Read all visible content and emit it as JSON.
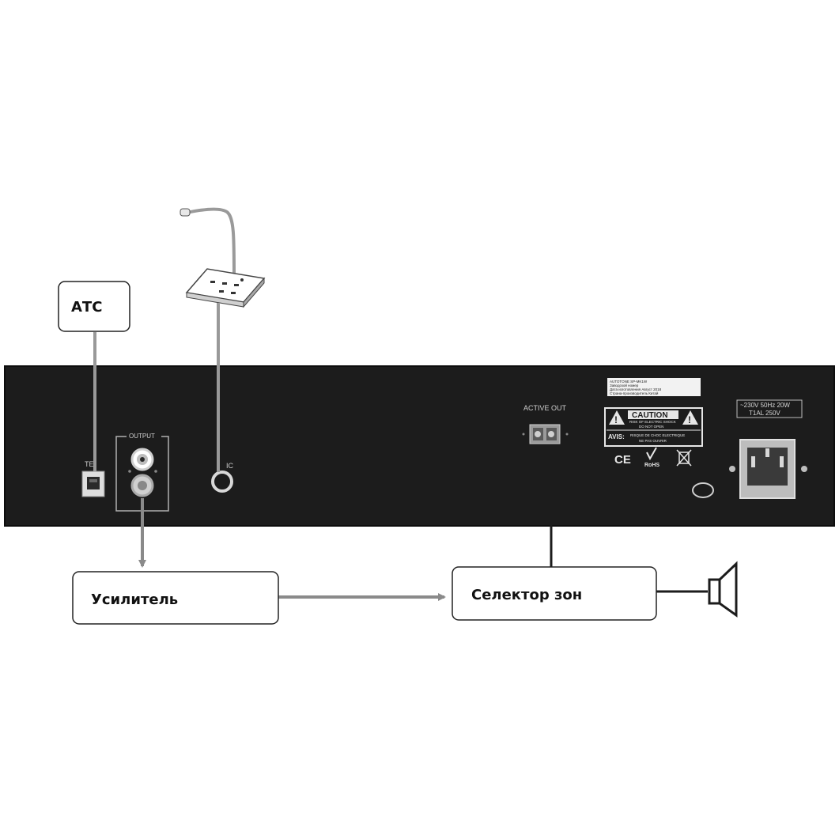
{
  "diagram": {
    "boxes": {
      "ats": "АТС",
      "amplifier": "Усилитель",
      "zone_selector": "Селектор зон"
    },
    "panel": {
      "output_label": "OUTPUT",
      "tel_label": "TE",
      "mic_label": "IC",
      "active_out_label": "ACTIVE OUT",
      "caution_title": "CAUTION",
      "caution_line1": "RISK OF ELECTRIC SHOCK",
      "caution_line2": "DO NOT OPEN",
      "avis_label": "AVIS:",
      "avis_line1": "RISQUE DE CHOC ELECTRIQUE",
      "avis_line2": "NE PAS OUVRIR",
      "ce_mark": "CE",
      "rohs_mark": "RoHS",
      "power_line1": "~230V 50Hz 20W",
      "power_line2": "T1AL 250V",
      "sticker_lines": [
        "AUTOTONE SP-MK1W",
        "Заводской номер",
        "Дата изготовления Август 2018",
        "Страна-производитель Китай"
      ]
    },
    "colors": {
      "panel": "#1c1c1c",
      "arrow": "#888888",
      "box_border": "#222222"
    }
  }
}
